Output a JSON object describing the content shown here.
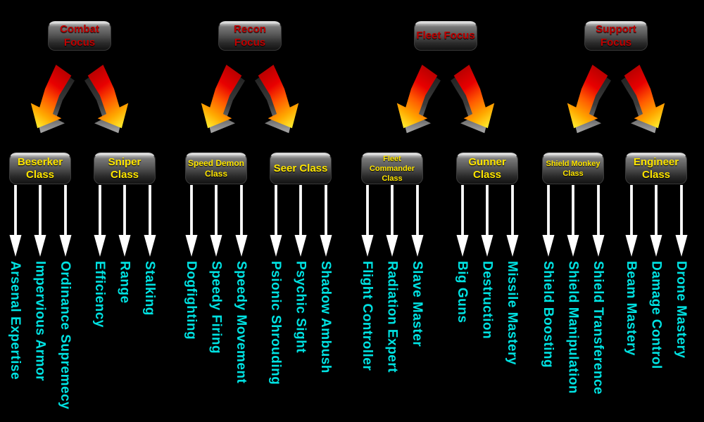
{
  "colors": {
    "focus_label": "#c00000",
    "class_label": "#ffe600",
    "skill_label": "#00e2e2",
    "white_arrow": "#ffffff"
  },
  "focus_groups": [
    {
      "label": "Combat Focus",
      "classes": [
        {
          "name": "Beserker Class",
          "skills": [
            "Arsenal Expertise",
            "Impervious Armor",
            "Ordinance Supremecy"
          ]
        },
        {
          "name": "Sniper Class",
          "skills": [
            "Efficiency",
            "Range",
            "Stalking"
          ]
        }
      ]
    },
    {
      "label": "Recon Focus",
      "classes": [
        {
          "name": "Speed Demon Class",
          "skills": [
            "Dogfighting",
            "Speedy Firing",
            "Speedy Movement"
          ]
        },
        {
          "name": "Seer Class",
          "skills": [
            "Psionic Shrouding",
            "Psychic Sight",
            "Shadow Ambush"
          ]
        }
      ]
    },
    {
      "label": "Fleet Focus",
      "classes": [
        {
          "name": "Fleet Commander Class",
          "skills": [
            "Flight Controller",
            "Radiation Expert",
            "Slave Master"
          ]
        },
        {
          "name": "Gunner Class",
          "skills": [
            "Big Guns",
            "Destruction",
            "Missile Mastery"
          ]
        }
      ]
    },
    {
      "label": "Support Focus",
      "classes": [
        {
          "name": "Shield Monkey Class",
          "skills": [
            "Shield Boosting",
            "Shield Manipulation",
            "Shield Transference"
          ]
        },
        {
          "name": "Engineer Class",
          "skills": [
            "Beam Mastery",
            "Damage Control",
            "Drone Mastery"
          ]
        }
      ]
    }
  ]
}
